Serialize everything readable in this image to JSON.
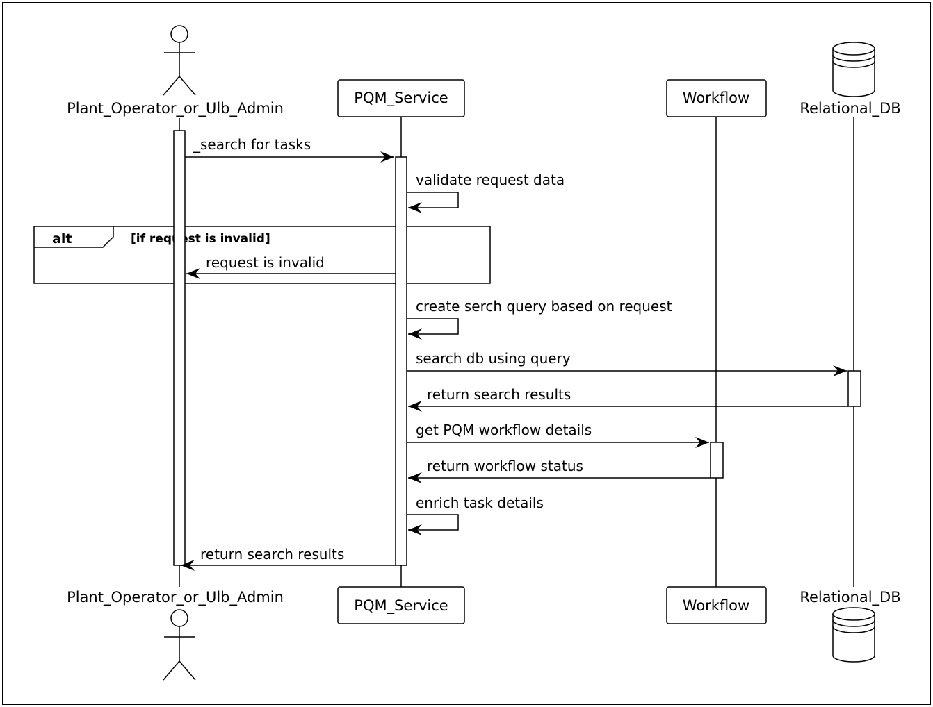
{
  "participants": {
    "operator": {
      "name": "Plant_Operator_or_Ulb_Admin",
      "kind": "actor"
    },
    "pqm": {
      "name": "PQM_Service",
      "kind": "participant"
    },
    "workflow": {
      "name": "Workflow",
      "kind": "participant"
    },
    "db": {
      "name": "Relational_DB",
      "kind": "database"
    }
  },
  "alt_frame": {
    "keyword": "alt",
    "guard": "[if request is invalid]"
  },
  "messages": [
    {
      "from": "operator",
      "to": "pqm",
      "label": "_search for tasks"
    },
    {
      "from": "pqm",
      "to": "pqm",
      "label": "validate request data"
    },
    {
      "from": "pqm",
      "to": "operator",
      "label": "request is invalid"
    },
    {
      "from": "pqm",
      "to": "pqm",
      "label": "create serch query based on request"
    },
    {
      "from": "pqm",
      "to": "db",
      "label": "search db using query"
    },
    {
      "from": "db",
      "to": "pqm",
      "label": "return search results"
    },
    {
      "from": "pqm",
      "to": "workflow",
      "label": "get PQM workflow details"
    },
    {
      "from": "workflow",
      "to": "pqm",
      "label": "return workflow status"
    },
    {
      "from": "pqm",
      "to": "pqm",
      "label": "enrich task details"
    },
    {
      "from": "pqm",
      "to": "operator",
      "label": "return search results"
    }
  ]
}
